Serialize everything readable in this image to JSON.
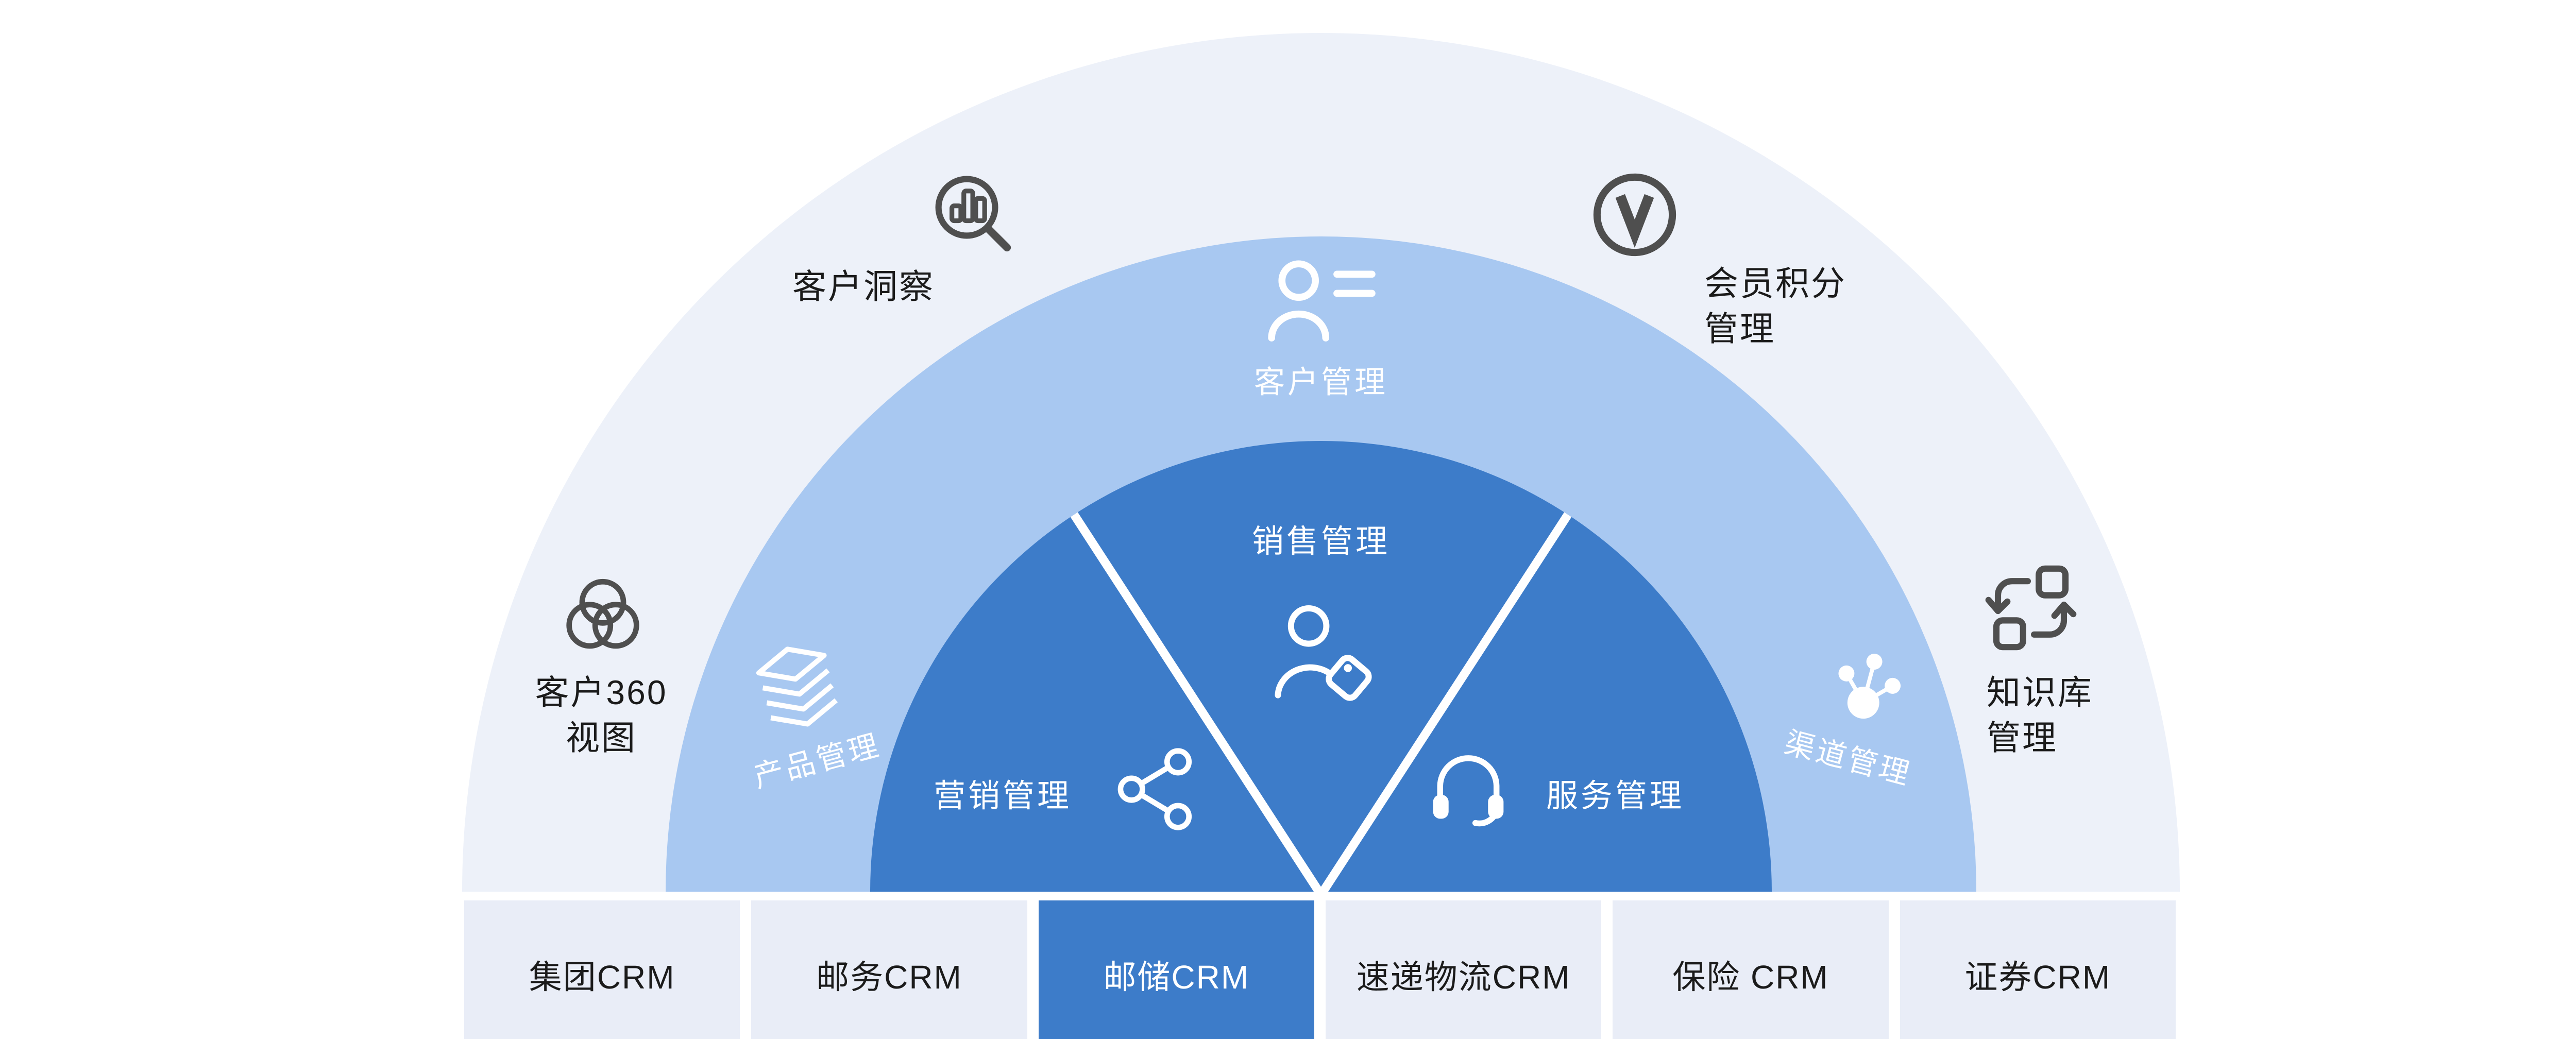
{
  "labels": {
    "customer_insight": "客户洞察",
    "member_points_1": "会员积分",
    "member_points_2": "管理",
    "customer_360_1": "客户360",
    "customer_360_2": "视图",
    "knowledge_1": "知识库",
    "knowledge_2": "管理",
    "customer_mgmt": "客户管理",
    "product_mgmt": "产品管理",
    "channel_mgmt": "渠道管理",
    "sales_mgmt": "销售管理",
    "marketing_mgmt": "营销管理",
    "service_mgmt": "服务管理"
  },
  "tabs": [
    {
      "label": "集团CRM",
      "active": false
    },
    {
      "label": "邮务CRM",
      "active": false
    },
    {
      "label": "邮储CRM",
      "active": true
    },
    {
      "label": "速递物流CRM",
      "active": false
    },
    {
      "label": "保险 CRM",
      "active": false
    },
    {
      "label": "证券CRM",
      "active": false
    }
  ],
  "icons": {
    "customer_insight": "magnifier-bar-chart-icon",
    "member_points": "v-badge-circle-icon",
    "customer_360": "venn-three-circles-icon",
    "knowledge_base": "sync-squares-icon",
    "customer_mgmt": "user-list-icon",
    "product_mgmt": "layers-icon",
    "channel_mgmt": "network-hub-icon",
    "sales_mgmt": "person-price-tag-icon",
    "marketing_mgmt": "share-nodes-icon",
    "service_mgmt": "headset-icon"
  },
  "colors": {
    "outer_ring": "#edf1f9",
    "middle_ring": "#a8c8f1",
    "inner_half": "#3d7cc9",
    "tab_bg": "#e9edf7",
    "tab_active_bg": "#3d7cc9",
    "icon_dark": "#4f4f4f",
    "text_dark": "#1b1b1b",
    "white": "#ffffff"
  }
}
